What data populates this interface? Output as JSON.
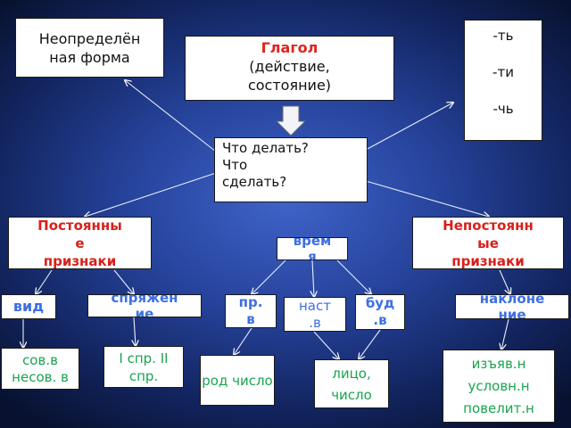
{
  "nodes": {
    "infinitive": "Неопределён\nная форма",
    "verb_title": "Глагол",
    "verb_sub": "(действие,\nсостояние)",
    "suffix_t": "-ть",
    "suffix_ti": "-ти",
    "suffix_ch": "-чь",
    "questions": "Что делать?\nЧто\nсделать?",
    "constant": "Постоянны\nе\nпризнаки",
    "nonconstant": "Непостоянн\nые\nпризнаки",
    "tense": "врем\nя",
    "aspect": "вид",
    "conjugation": "спряжен\nие",
    "past": "пр.\nв",
    "present": "наст\n.в",
    "future": "буд\n.в",
    "mood": "наклоне\nние",
    "aspect_values": "сов.в\nнесов.\nв",
    "conjugation_values": "I спр.\nII спр.",
    "gender_number": "род\nчисло",
    "person_number": "лицо,\nчисло",
    "mood_values": "изъяв.н\nусловн.н\nповелит.н"
  },
  "colors": {
    "title_red": "#e0241d",
    "label_blue": "#4477ee",
    "value_green": "#19a44f",
    "arrow": "#ffffff",
    "down_arrow": "#ffffff"
  }
}
